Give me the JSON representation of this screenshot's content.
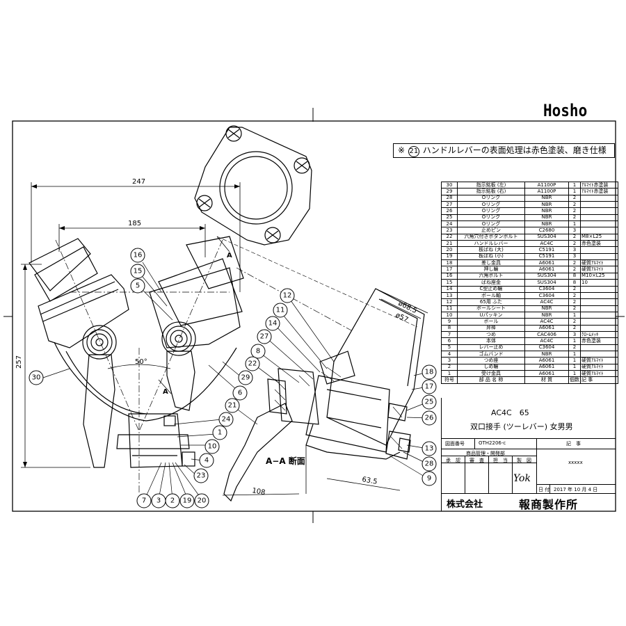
{
  "logo": "Hosho",
  "note": {
    "prefix": "※",
    "circled": "21",
    "text": "ハンドルレバーの表面処理は赤色塗装、磨き仕様"
  },
  "dimensions": {
    "d247": "247",
    "d185": "185",
    "d257": "257",
    "d50": "50°",
    "d68_5": "ø68.5",
    "d57": "ø57",
    "d63_5": "63.5",
    "d108": "108"
  },
  "section_marks": {
    "a1": "A",
    "a2": "A"
  },
  "section_title": "A−A 断面",
  "callouts_left": [
    "16",
    "15",
    "5",
    "30",
    "6",
    "29",
    "24",
    "1",
    "10",
    "4",
    "23",
    "7",
    "3",
    "2",
    "19",
    "20"
  ],
  "callouts_right": [
    "12",
    "11",
    "14",
    "27",
    "8",
    "22",
    "21",
    "18",
    "17",
    "25",
    "26",
    "13",
    "28",
    "9"
  ],
  "parts": [
    {
      "no": "30",
      "name": "指示銘板 (左)",
      "material": "A1100P",
      "qty": "1",
      "remark": "ｱﾙﾏｲﾄ赤塗装"
    },
    {
      "no": "29",
      "name": "指示銘板 (右)",
      "material": "A1100P",
      "qty": "1",
      "remark": "ｱﾙﾏｲﾄ赤塗装"
    },
    {
      "no": "28",
      "name": "Oリング",
      "material": "NBR",
      "qty": "2",
      "remark": ""
    },
    {
      "no": "27",
      "name": "Oリング",
      "material": "NBR",
      "qty": "2",
      "remark": ""
    },
    {
      "no": "26",
      "name": "Oリング",
      "material": "NBR",
      "qty": "2",
      "remark": ""
    },
    {
      "no": "25",
      "name": "Oリング",
      "material": "NBR",
      "qty": "2",
      "remark": ""
    },
    {
      "no": "24",
      "name": "Oリング",
      "material": "NBR",
      "qty": "1",
      "remark": ""
    },
    {
      "no": "23",
      "name": "止めピン",
      "material": "C2680",
      "qty": "3",
      "remark": ""
    },
    {
      "no": "22",
      "name": "六角穴付きボタンボルト",
      "material": "SUS304",
      "qty": "2",
      "remark": "M8×L25"
    },
    {
      "no": "21",
      "name": "ハンドルレバー",
      "material": "AC4C",
      "qty": "2",
      "remark": "赤色塗装"
    },
    {
      "no": "20",
      "name": "板ばね (大)",
      "material": "C5191",
      "qty": "3",
      "remark": ""
    },
    {
      "no": "19",
      "name": "板ばね (小)",
      "material": "C5191",
      "qty": "3",
      "remark": ""
    },
    {
      "no": "18",
      "name": "差し金具",
      "material": "A6061",
      "qty": "2",
      "remark": "硬質ｱﾙﾏｲﾄ"
    },
    {
      "no": "17",
      "name": "押し輪",
      "material": "A6061",
      "qty": "2",
      "remark": "硬質ｱﾙﾏｲﾄ"
    },
    {
      "no": "16",
      "name": "六角ボルト",
      "material": "SUS304",
      "qty": "8",
      "remark": "M10×L25"
    },
    {
      "no": "15",
      "name": "ばね座金",
      "material": "SUS304",
      "qty": "8",
      "remark": "10"
    },
    {
      "no": "14",
      "name": "C型止め輪",
      "material": "C3604",
      "qty": "2",
      "remark": ""
    },
    {
      "no": "13",
      "name": "ボール軸",
      "material": "C3604",
      "qty": "2",
      "remark": ""
    },
    {
      "no": "12",
      "name": "65用 ふた",
      "material": "AC4C",
      "qty": "2",
      "remark": ""
    },
    {
      "no": "11",
      "name": "ボールシート",
      "material": "NBR",
      "qty": "2",
      "remark": ""
    },
    {
      "no": "10",
      "name": "Uパッキン",
      "material": "NBR",
      "qty": "1",
      "remark": ""
    },
    {
      "no": "9",
      "name": "ボール",
      "material": "AC4C",
      "qty": "2",
      "remark": ""
    },
    {
      "no": "8",
      "name": "弁棒",
      "material": "A6061",
      "qty": "2",
      "remark": ""
    },
    {
      "no": "7",
      "name": "つめ",
      "material": "CAC406",
      "qty": "3",
      "remark": "ｸﾛｰﾑﾒｯｷ"
    },
    {
      "no": "6",
      "name": "本体",
      "material": "AC4C",
      "qty": "1",
      "remark": "赤色塗装"
    },
    {
      "no": "5",
      "name": "レバー止め",
      "material": "C3604",
      "qty": "2",
      "remark": ""
    },
    {
      "no": "4",
      "name": "ゴムバンド",
      "material": "NBR",
      "qty": "1",
      "remark": ""
    },
    {
      "no": "3",
      "name": "つめ座",
      "material": "A6061",
      "qty": "1",
      "remark": "硬質ｱﾙﾏｲﾄ"
    },
    {
      "no": "2",
      "name": "しめ輪",
      "material": "A6061",
      "qty": "1",
      "remark": "硬質ｱﾙﾏｲﾄ"
    },
    {
      "no": "1",
      "name": "受け金具",
      "material": "A6061",
      "qty": "1",
      "remark": "硬質ｱﾙﾏｲﾄ"
    },
    {
      "no": "符号",
      "name": "部 品 名 称",
      "material": "材 質",
      "qty": "個数",
      "remark": "記 事"
    }
  ],
  "title_block": {
    "model": "AC4C　65",
    "product": "双口接手 (ツーレバー) 女男男",
    "drawing_no_label": "図面番号",
    "drawing_no": "OTH2206-c",
    "notes_label": "記　事",
    "dept_label": "商品管理・開発部",
    "approve": "承　認",
    "review": "審　査",
    "charge": "担　当",
    "draft": "製　図",
    "xxx": "xxxxx",
    "date_label": "日 付",
    "date": "2017 年 10 月 4 日",
    "signature": "Yok",
    "company_prefix": "株式会社",
    "company": "報商製作所"
  }
}
